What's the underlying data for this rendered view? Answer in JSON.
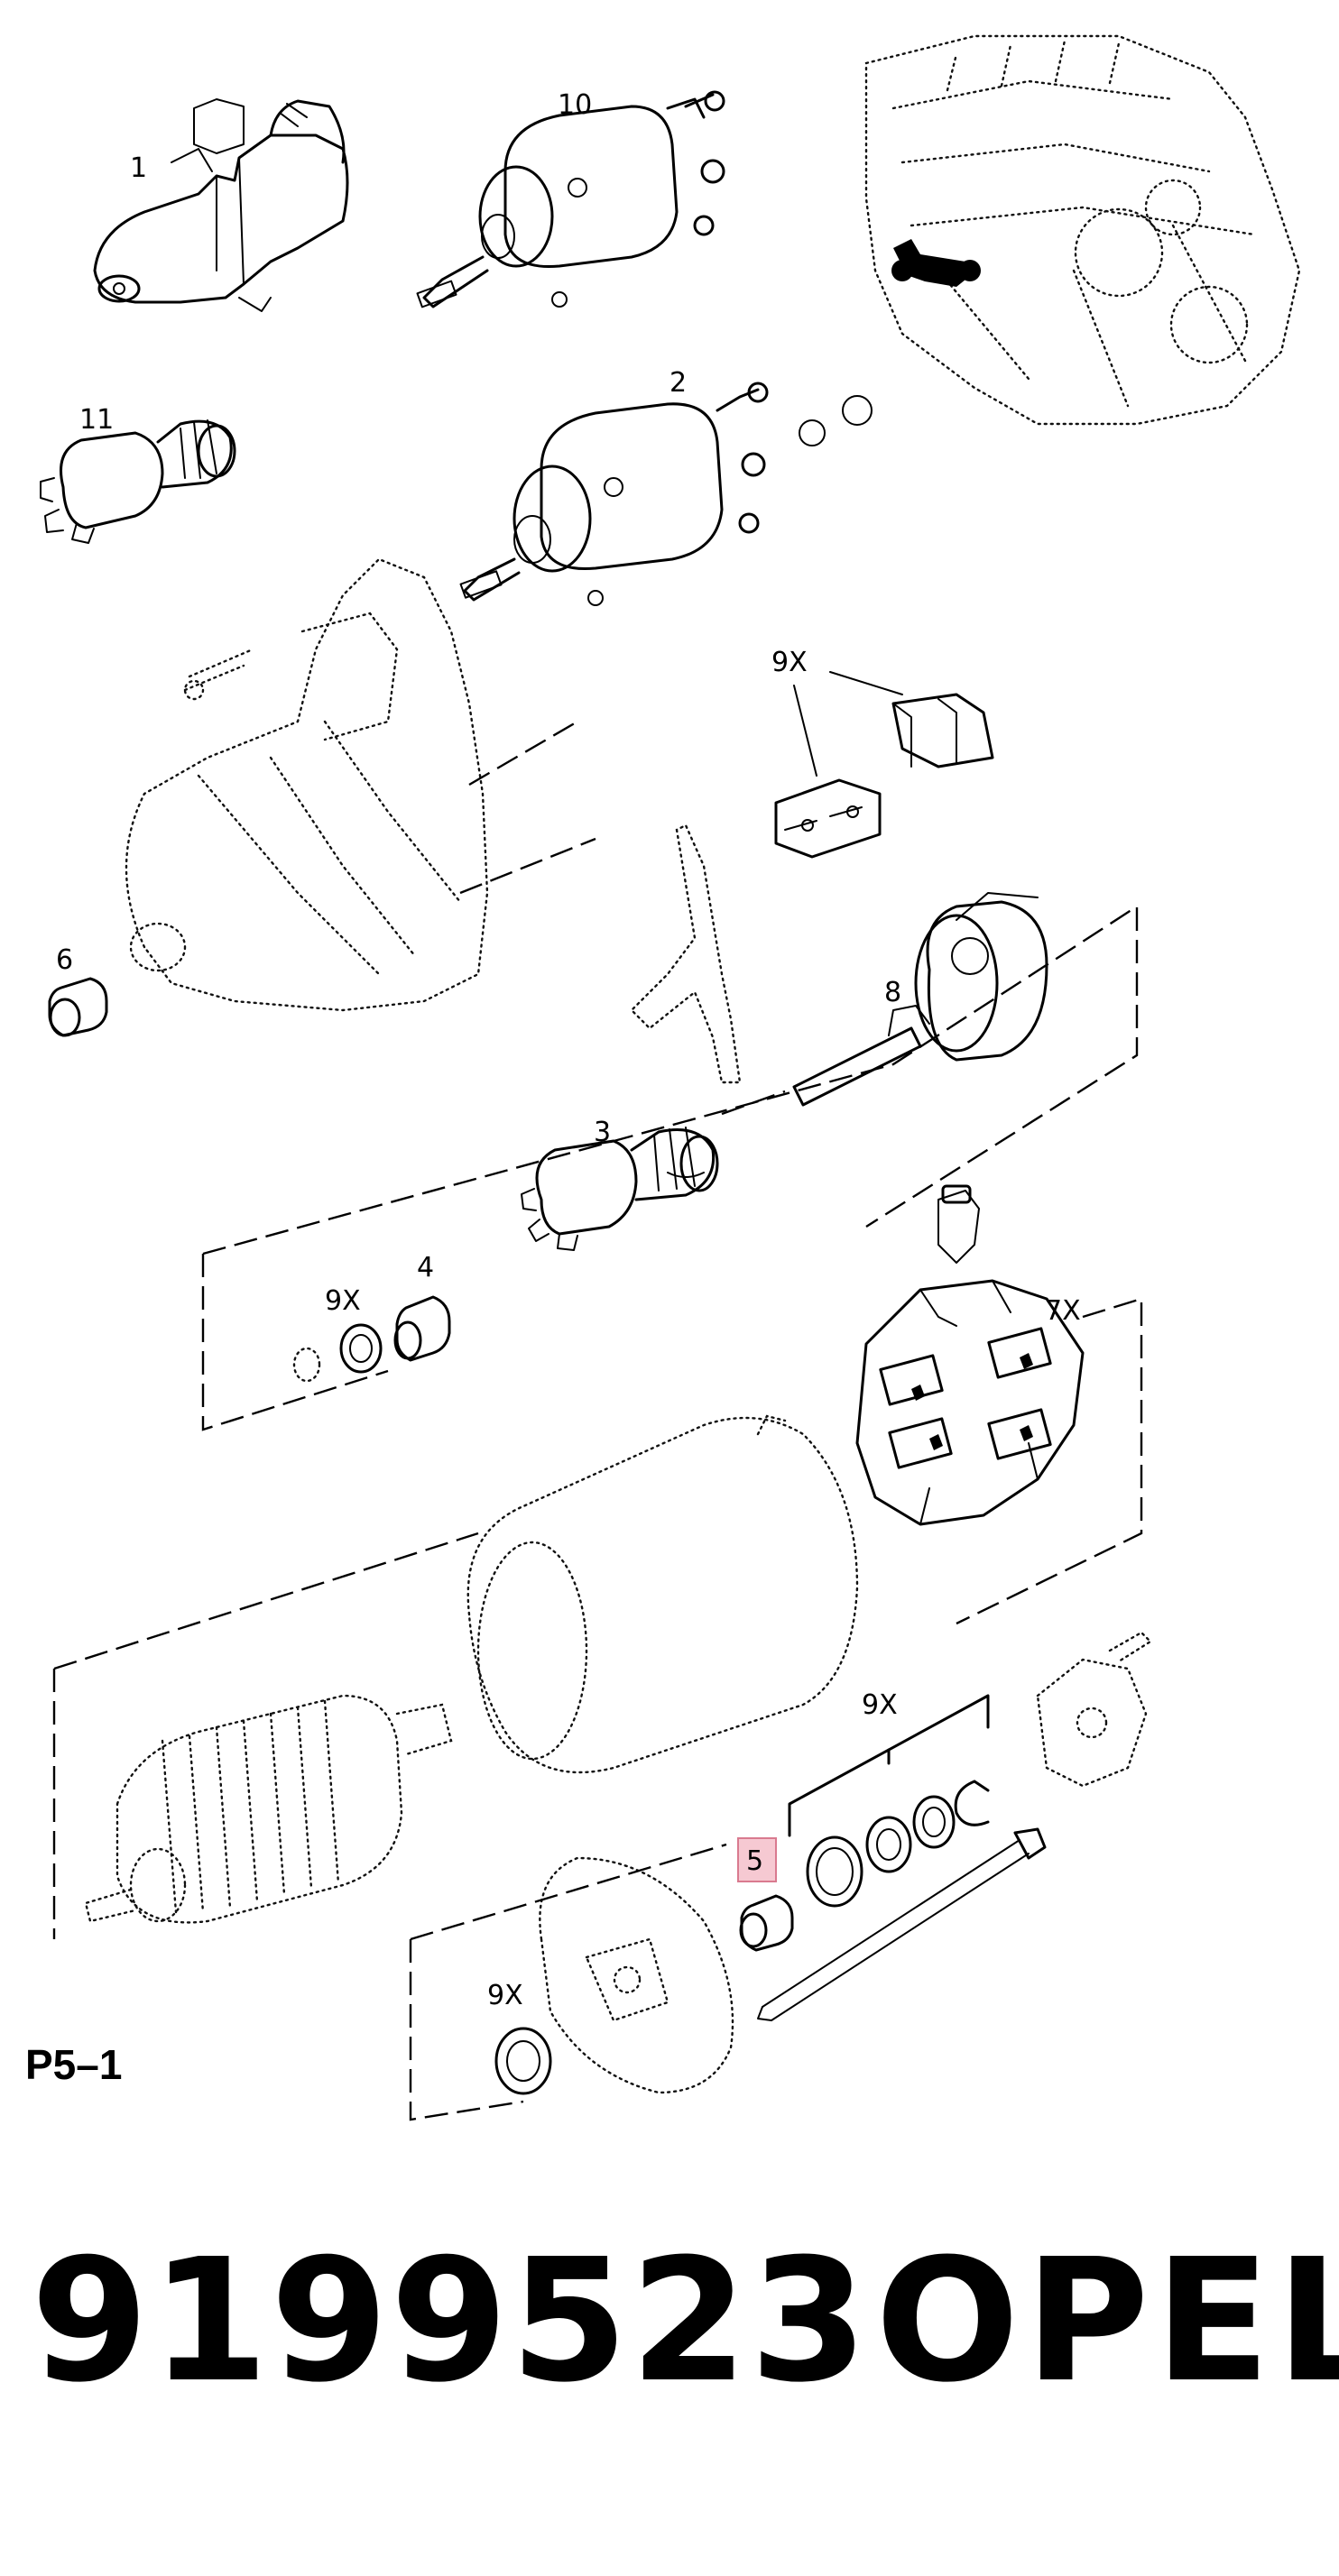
{
  "diagram": {
    "page_code": "P5–1",
    "callouts": {
      "starter_motor": "1",
      "solenoid_2": "2",
      "pinion_drive_3": "3",
      "bush_4": "4",
      "bush_5": "5",
      "bush_6": "6",
      "brush_holder": "7X",
      "engagement_shaft": "8",
      "kit_terminals": "9X",
      "kit_rings_front": "9X",
      "kit_rings_rear": "9X",
      "kit_seal_bottom": "9X",
      "solenoid_10": "10",
      "pinion_drive_11": "11"
    },
    "highlight_color": "#f6c9d2",
    "highlight_border": "#d97a8f"
  },
  "footer": {
    "part_number": "9199523",
    "brand": "OPEL"
  }
}
